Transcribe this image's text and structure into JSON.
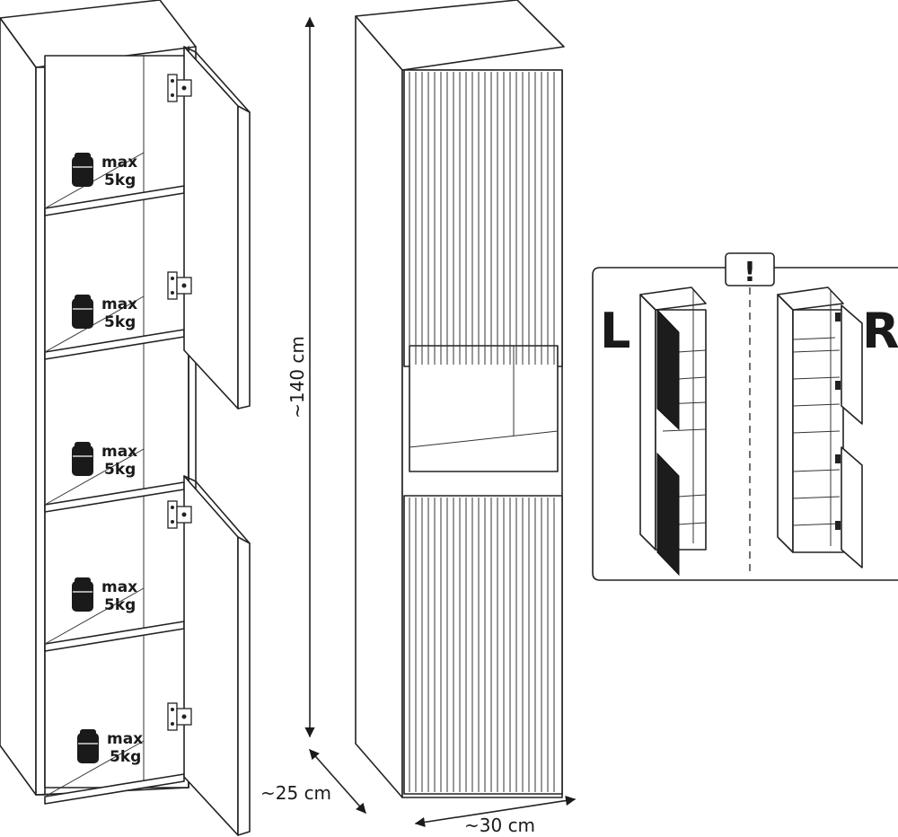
{
  "weight_label": {
    "line1": "max",
    "line2": "5kg"
  },
  "dimensions": {
    "height": "~140 cm",
    "depth": "~25 cm",
    "width": "~30 cm"
  },
  "orientation_panel": {
    "warning_symbol": "!",
    "left_label": "L",
    "right_label": "R"
  },
  "icons": [
    "weight-icon",
    "hinge-icon",
    "warning-icon"
  ]
}
